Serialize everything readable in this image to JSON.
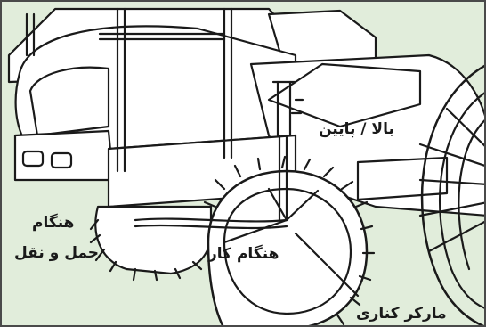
{
  "labels": {
    "up_down": "بالا / پایین",
    "transport_line1": "هنگام",
    "transport_line2": "حمل و نقل",
    "working": "هنگام کار",
    "side_marker": "مارکر کناری"
  },
  "colors": {
    "background": "#e1eddb",
    "line": "#1a1a1a",
    "fill": "#ffffff"
  }
}
